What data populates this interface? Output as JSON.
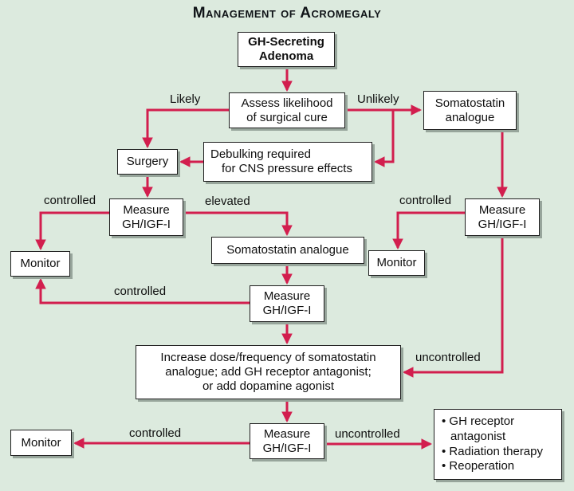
{
  "title": "Management of Acromegaly",
  "colors": {
    "background": "#dceade",
    "arrow_accent": "#d21e4e",
    "box_fill": "#ffffff",
    "box_border": "#1f1f1f",
    "box_shadow": "#97a59b",
    "text": "#0e0e0e"
  },
  "nodes": {
    "gh_adenoma": {
      "lines": [
        "GH-Secreting",
        "Adenoma"
      ]
    },
    "assess": {
      "lines": [
        "Assess likelihood",
        "of surgical cure"
      ]
    },
    "somatostatin_right": {
      "lines": [
        "Somatostatin",
        "analogue"
      ]
    },
    "debulking": {
      "lines": [
        "Debulking required",
        "for CNS pressure effects"
      ]
    },
    "surgery": {
      "lines": [
        "Surgery"
      ]
    },
    "measure_left": {
      "lines": [
        "Measure",
        "GH/IGF-I"
      ]
    },
    "monitor_left": {
      "lines": [
        "Monitor"
      ]
    },
    "measure_right": {
      "lines": [
        "Measure",
        "GH/IGF-I"
      ]
    },
    "monitor_right": {
      "lines": [
        "Monitor"
      ]
    },
    "somatostatin_center": {
      "lines": [
        "Somatostatin analogue"
      ]
    },
    "measure_center": {
      "lines": [
        "Measure",
        "GH/IGF-I"
      ]
    },
    "increase": {
      "lines": [
        "Increase dose/frequency of somatostatin",
        "analogue; add GH receptor antagonist;",
        "or add dopamine agonist"
      ]
    },
    "measure_bottom": {
      "lines": [
        "Measure",
        "GH/IGF-I"
      ]
    },
    "monitor_bottom": {
      "lines": [
        "Monitor"
      ]
    },
    "alternatives": {
      "items": [
        "• GH receptor antagonist",
        "• Radiation therapy",
        "• Reoperation"
      ]
    }
  },
  "edge_labels": {
    "likely": "Likely",
    "unlikely": "Unlikely",
    "controlled_left": "controlled",
    "elevated": "elevated",
    "controlled_right": "controlled",
    "controlled_center": "controlled",
    "uncontrolled_right": "uncontrolled",
    "controlled_bottom": "controlled",
    "uncontrolled_bottom": "uncontrolled"
  }
}
